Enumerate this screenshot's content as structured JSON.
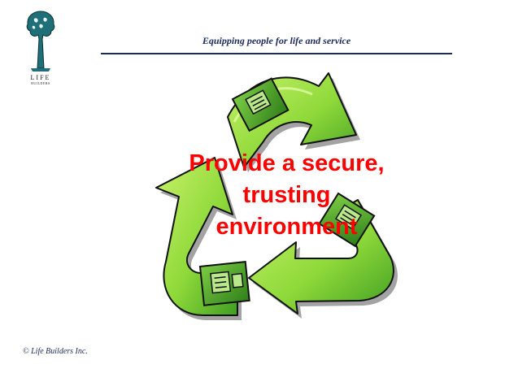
{
  "header": {
    "logo": {
      "title": "LIFE",
      "subtitle": "BUILDERS",
      "icon": "tree-logo-icon",
      "color": "#1f6f78"
    },
    "tagline": "Equipping people for life and service",
    "rule_color": "#1d2c5e"
  },
  "main": {
    "graphic": {
      "icon": "recycle-arrows-icon",
      "colors": {
        "arrow_light": "#9be23c",
        "arrow_dark": "#2e8b1a",
        "box": "#4aa82a",
        "outline": "#111111",
        "shadow": "#a3a3a3"
      }
    },
    "headline": {
      "line1": "Provide a secure,",
      "line2": "trusting",
      "line3": "environment",
      "color": "#ff0000"
    }
  },
  "footer": {
    "copyright": "© Life Builders Inc."
  }
}
